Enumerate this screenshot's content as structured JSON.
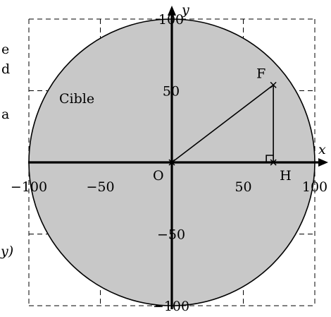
{
  "figure": {
    "x_range": [
      -100,
      100
    ],
    "y_range": [
      -100,
      100
    ],
    "grid_step": 50,
    "disk_radius": 100,
    "disk_fill": "#c8c8c8",
    "grid_style": "dashed",
    "axes": {
      "x_label": "x",
      "y_label": "y"
    },
    "ticks": {
      "x": [
        {
          "value": -100,
          "label": "−100"
        },
        {
          "value": -50,
          "label": "−50"
        },
        {
          "value": 50,
          "label": "50"
        },
        {
          "value": 100,
          "label": "100"
        }
      ],
      "y": [
        {
          "value": 100,
          "label": "100"
        },
        {
          "value": 50,
          "label": "50"
        },
        {
          "value": -50,
          "label": "−50"
        },
        {
          "value": -100,
          "label": "−100"
        }
      ]
    },
    "points": {
      "O": {
        "label": "O",
        "x": 0,
        "y": 0
      },
      "F": {
        "label": "F",
        "x": 71,
        "y": 54
      },
      "H": {
        "label": "H",
        "x": 71,
        "y": 0
      }
    },
    "region_label": "Cible"
  },
  "page_text": {
    "fragment_1": "e",
    "fragment_2": "d",
    "fragment_3": "a",
    "fragment_4": "y)"
  }
}
